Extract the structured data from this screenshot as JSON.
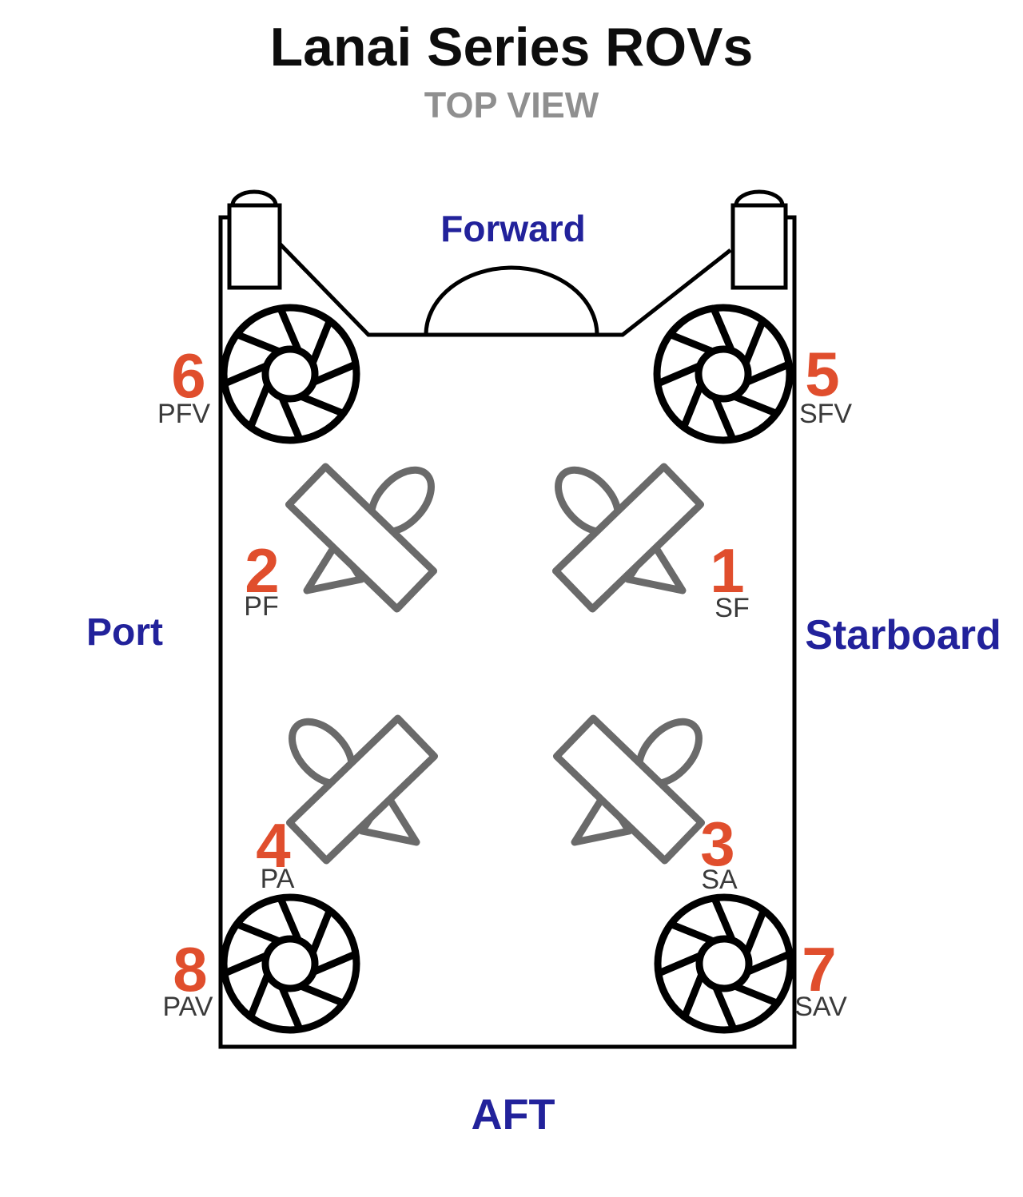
{
  "title": "Lanai Series ROVs",
  "subtitle": "TOP VIEW",
  "directions": {
    "forward": "Forward",
    "port": "Port",
    "starboard": "Starboard",
    "aft": "AFT"
  },
  "thrusters": [
    {
      "number": "1",
      "code": "SF",
      "type": "vectored-horizontal",
      "location": "starboard-forward"
    },
    {
      "number": "2",
      "code": "PF",
      "type": "vectored-horizontal",
      "location": "port-forward"
    },
    {
      "number": "3",
      "code": "SA",
      "type": "vectored-horizontal",
      "location": "starboard-aft"
    },
    {
      "number": "4",
      "code": "PA",
      "type": "vectored-horizontal",
      "location": "port-aft"
    },
    {
      "number": "5",
      "code": "SFV",
      "type": "vertical-fan",
      "location": "starboard-forward-vertical"
    },
    {
      "number": "6",
      "code": "PFV",
      "type": "vertical-fan",
      "location": "port-forward-vertical"
    },
    {
      "number": "7",
      "code": "SAV",
      "type": "vertical-fan",
      "location": "starboard-aft-vertical"
    },
    {
      "number": "8",
      "code": "PAV",
      "type": "vertical-fan",
      "location": "port-aft-vertical"
    }
  ],
  "colors": {
    "thruster_number_orange": "#e04e2d",
    "direction_label_navy": "#22229b",
    "code_label_gray": "#3a3a3a",
    "subtitle_gray": "#8f8f8f",
    "frame_black": "#000000",
    "vectored_thruster_gray": "#6a6a6a",
    "background": "#ffffff"
  }
}
